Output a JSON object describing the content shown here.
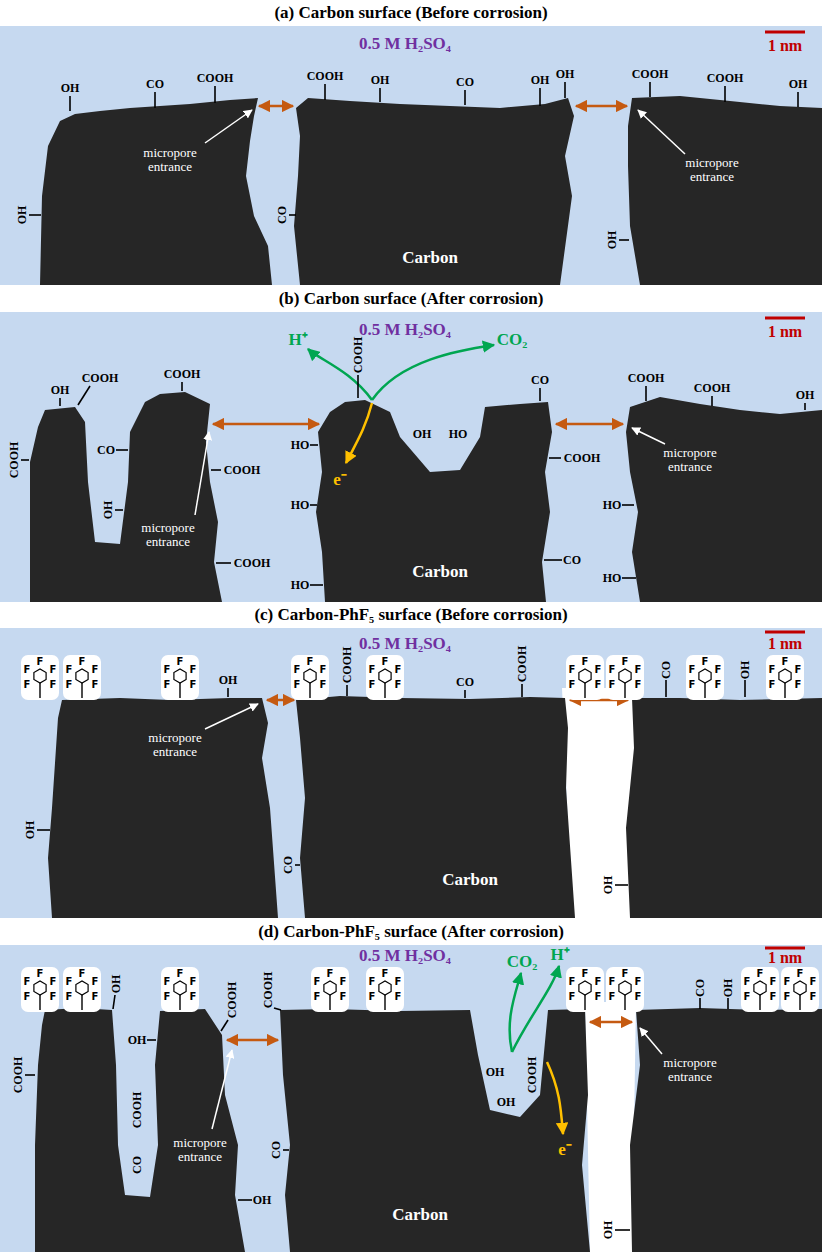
{
  "diagram": {
    "nodes": [
      {
        "text": [
          "(a) Carbon surface (Before corrosion)"
        ]
      },
      {
        "text": [
          "(b) Carbon surface (After corrosion)"
        ]
      },
      {
        "text": [
          "(c) Carbon-PhF₅ surface (Before corrosion)"
        ]
      },
      {
        "text": [
          "(d) Carbon-PhF₅ surface (After corrosion)"
        ]
      }
    ],
    "labels": [
      "0.5 M H₂SO₄",
      "1 nm",
      "OH",
      "CO",
      "COOH",
      "COOH",
      "OH",
      "CO",
      "OH",
      "OH",
      "COOH",
      "COOH",
      "OH",
      "OH",
      "micropore entrance",
      "micropore entrance",
      "CO",
      "OH",
      "Carbon",
      "0.5 M H₂SO₄",
      "1 nm",
      "COOH",
      "OH",
      "COOH",
      "COOH",
      "CO",
      "OH",
      "micropore entrance",
      "COOH",
      "COOH",
      "H⁺",
      "CO₂",
      "HO",
      "HO",
      "HO",
      "COOH",
      "OH",
      "HO",
      "CO",
      "COOH",
      "COOH",
      "COOH",
      "micropore entrance",
      "HO",
      "OH",
      "CO",
      "HO",
      "e⁻",
      "Carbon",
      "0.5 M H₂SO₄",
      "1 nm",
      "OH",
      "micropore entrance",
      "COOH",
      "CO",
      "COOH",
      "CO",
      "OH",
      "OH",
      "CO",
      "OH",
      "Carbon",
      "0.5 M H₂SO₄",
      "1 nm",
      "COOH",
      "OH",
      "COOH",
      "COOH",
      "OH",
      "COOH",
      "CO",
      "micropore entrance",
      "OH",
      "CO",
      "CO₂",
      "H⁺",
      "e⁻",
      "OH",
      "OH",
      "COOH",
      "micropore entrance",
      "CO",
      "OH",
      "OH",
      "Carbon",
      "F",
      "F",
      "F",
      "F",
      "F",
      "F",
      "F",
      "F",
      "F",
      "F",
      "F",
      "F",
      "F",
      "F",
      "F",
      "F",
      "F",
      "F",
      "F",
      "F",
      "F",
      "F",
      "F",
      "F",
      "F",
      "F",
      "F",
      "F",
      "F",
      "F",
      "F",
      "F",
      "F",
      "F",
      "F",
      "F",
      "F",
      "F",
      "F",
      "F",
      "F",
      "F",
      "F",
      "F",
      "F",
      "F",
      "F",
      "F",
      "F",
      "F",
      "F",
      "F",
      "F",
      "F",
      "F",
      "F",
      "F",
      "F",
      "F",
      "F",
      "F",
      "F",
      "F",
      "F",
      "F",
      "F",
      "F",
      "F",
      "F",
      "F",
      "F",
      "F",
      "F",
      "F",
      "F",
      "F",
      "F",
      "F",
      "F",
      "F",
      "F",
      "F",
      "F",
      "F",
      "F",
      "F",
      "F",
      "F",
      "F",
      "F"
    ]
  }
}
